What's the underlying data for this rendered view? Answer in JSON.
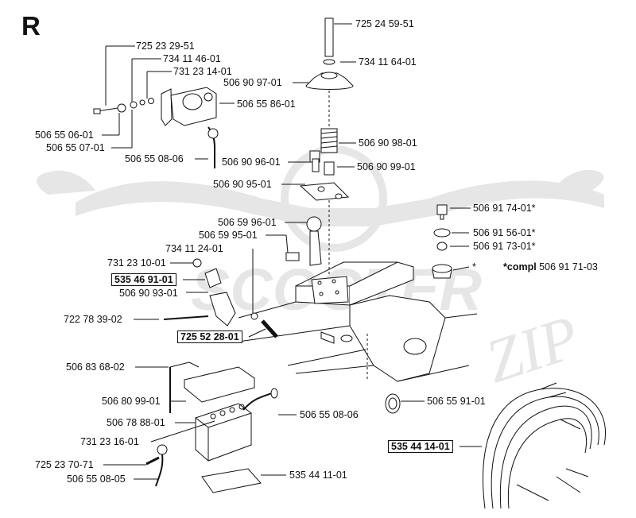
{
  "section": "R",
  "note": {
    "prefix": "*compl",
    "number": "506 91 71-03"
  },
  "watermark": {
    "word1": "SCOOTER",
    "word2": "ZIP"
  },
  "labels": {
    "p725_23_29_51": "725 23 29-51",
    "p734_11_46_01": "734 11 46-01",
    "p731_23_14_01": "731 23 14-01",
    "p506_55_86_01": "506 55 86-01",
    "p506_55_06_01": "506 55 06-01",
    "p506_55_07_01": "506 55 07-01",
    "p506_55_08_06_top": "506 55 08-06",
    "p725_24_59_51": "725 24 59-51",
    "p734_11_64_01": "734 11 64-01",
    "p506_90_97_01": "506 90 97-01",
    "p506_90_98_01": "506 90 98-01",
    "p506_90_96_01": "506 90 96-01",
    "p506_90_99_01": "506 90 99-01",
    "p506_90_95_01": "506 90 95-01",
    "p506_91_74_01": "506 91 74-01*",
    "p506_91_56_01": "506 91 56-01*",
    "p506_91_73_01": "506 91 73-01*",
    "p_star": "*",
    "p506_59_96_01": "506 59 96-01",
    "p506_59_95_01": "506 59 95-01",
    "p734_11_24_01": "734 11 24-01",
    "p731_23_10_01": "731 23 10-01",
    "p535_46_91_01": "535 46 91-01",
    "p506_90_93_01": "506 90 93-01",
    "p722_78_39_02": "722 78 39-02",
    "p725_52_28_01": "725 52 28-01",
    "p506_83_68_02": "506 83 68-02",
    "p506_80_99_01": "506 80 99-01",
    "p506_78_88_01": "506 78 88-01",
    "p731_23_16_01": "731 23 16-01",
    "p725_23_70_71": "725 23 70-71",
    "p506_55_08_05": "506 55 08-05",
    "p506_55_08_06_mid": "506 55 08-06",
    "p535_44_11_01": "535 44 11-01",
    "p506_55_91_01": "506 55 91-01",
    "p535_44_14_01": "535 44 14-01"
  }
}
